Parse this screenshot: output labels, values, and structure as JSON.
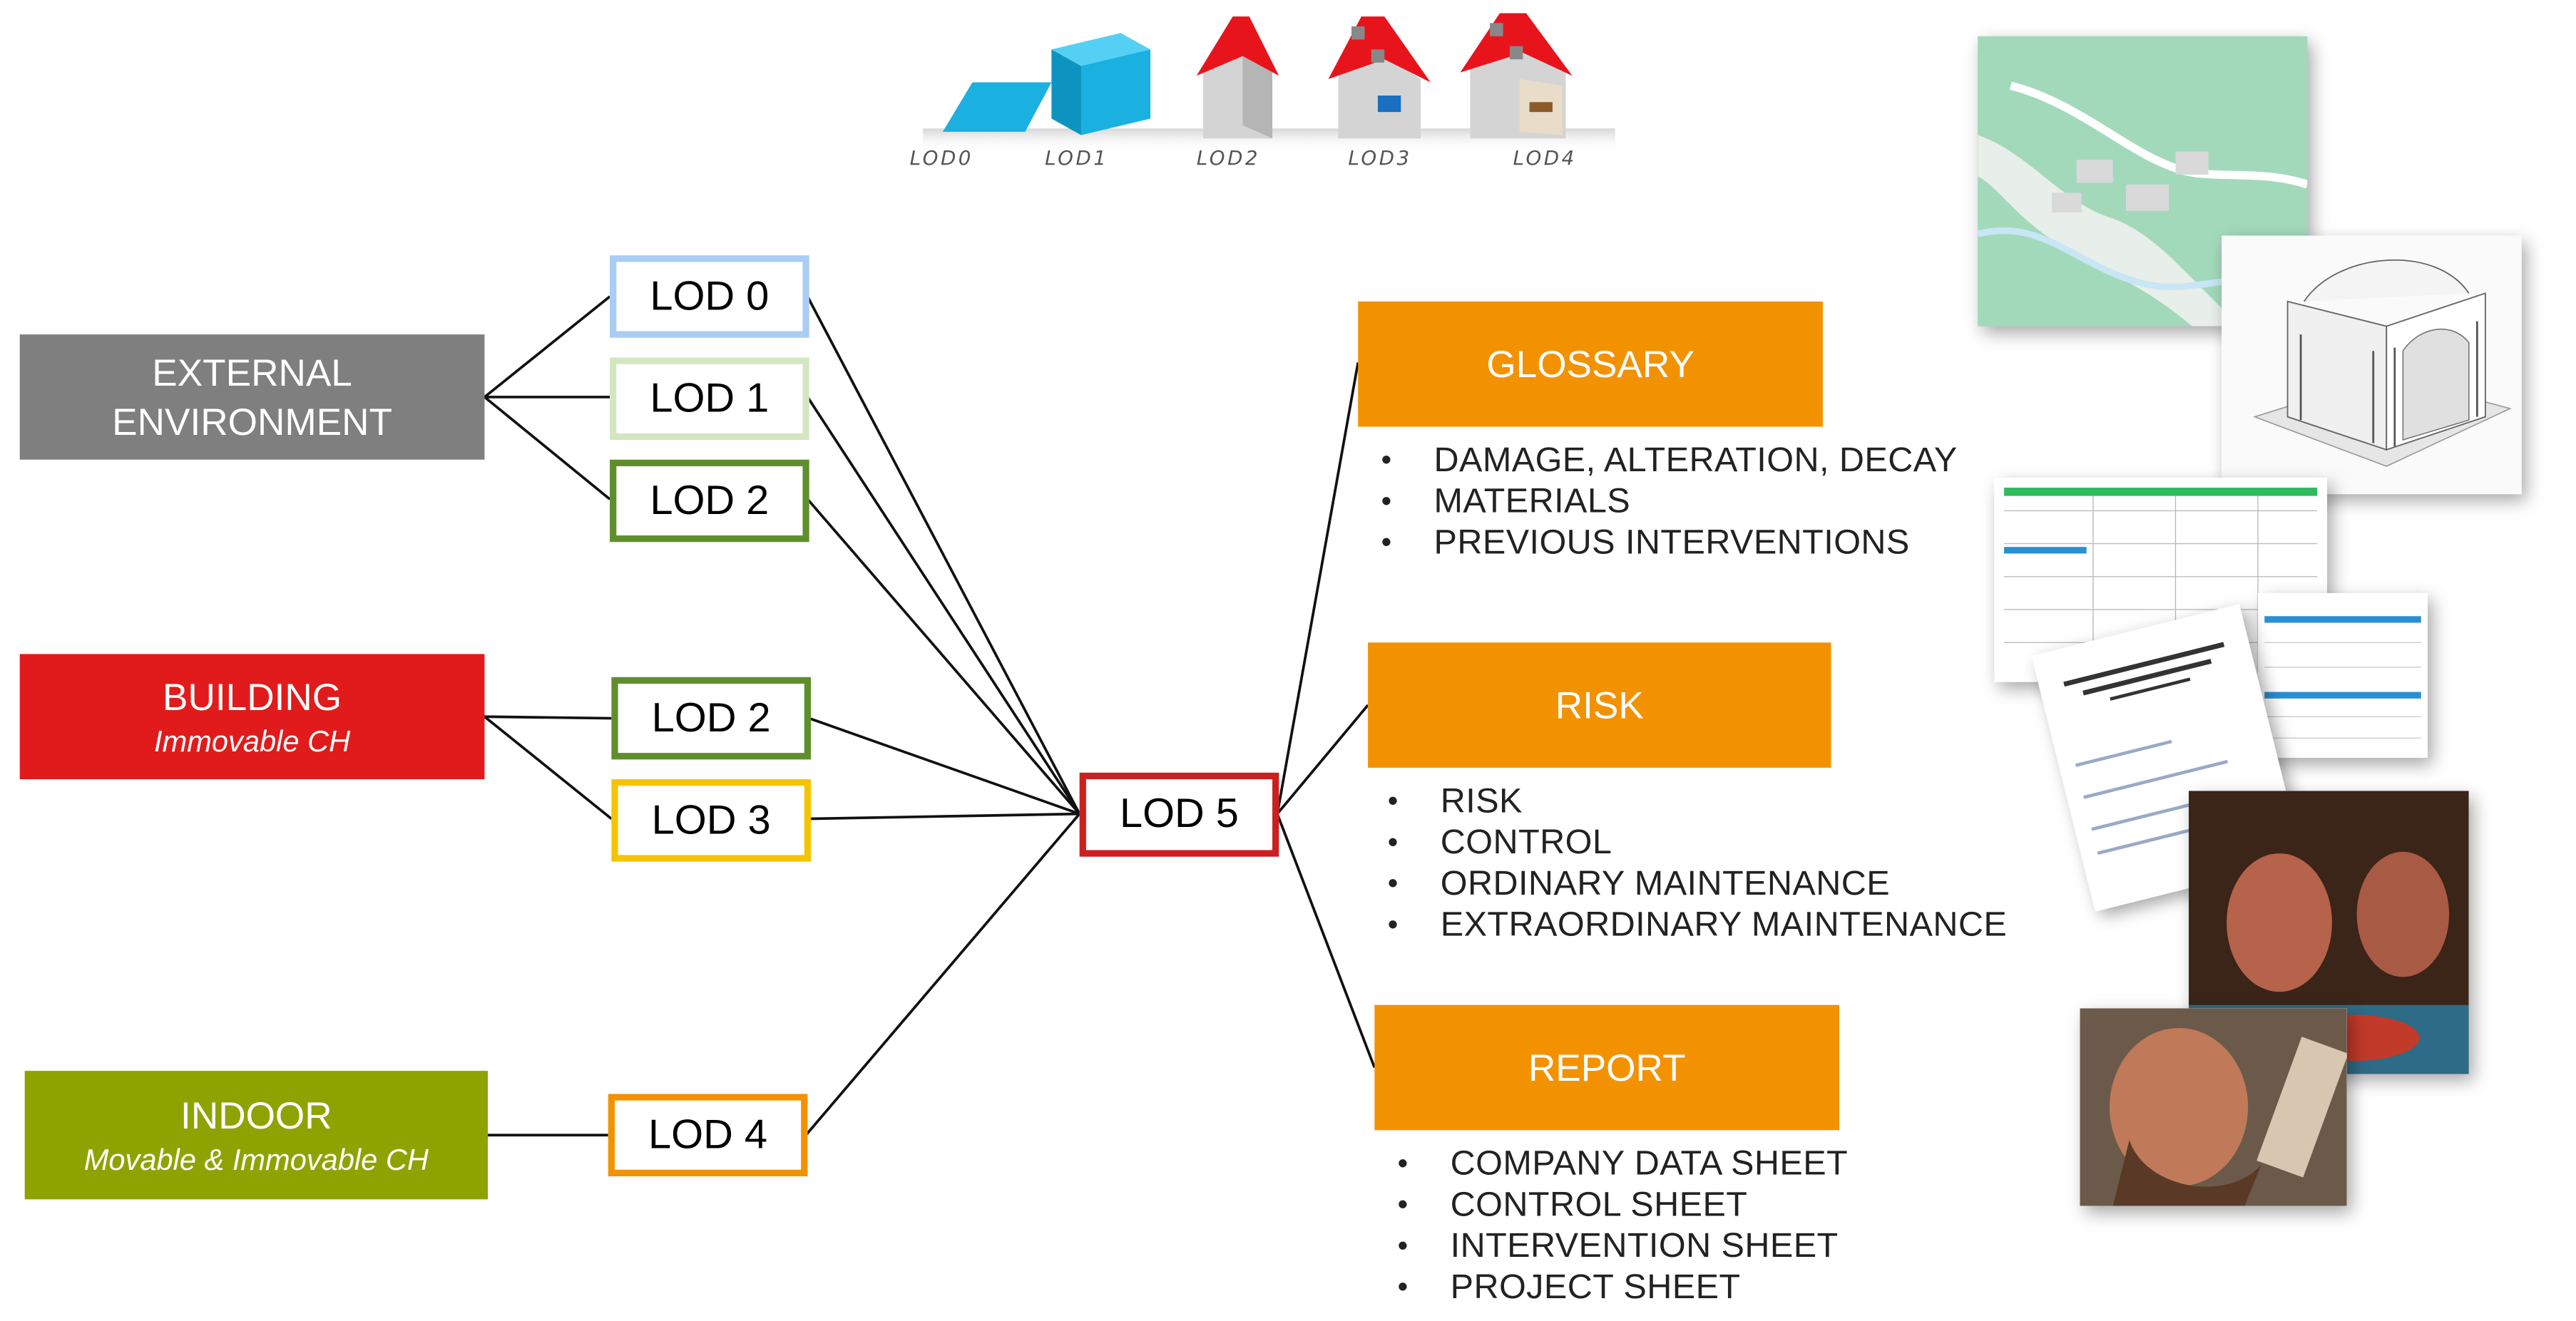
{
  "categories": {
    "external": {
      "line1": "EXTERNAL",
      "line2": "ENVIRONMENT",
      "color": "#7f7f7f"
    },
    "building": {
      "title": "BUILDING",
      "subtitle": "Immovable CH",
      "color": "#e11b1b"
    },
    "indoor": {
      "title": "INDOOR",
      "subtitle": "Movable & Immovable CH",
      "color": "#8fa300"
    }
  },
  "lods": {
    "ext_lod0": {
      "label": "LOD 0",
      "color": "#a9cdf3"
    },
    "ext_lod1": {
      "label": "LOD 1",
      "color": "#d3e6c2"
    },
    "ext_lod2": {
      "label": "LOD 2",
      "color": "#5f8f2c"
    },
    "bld_lod2": {
      "label": "LOD 2",
      "color": "#5f8f2c"
    },
    "bld_lod3": {
      "label": "LOD 3",
      "color": "#f5c400"
    },
    "ind_lod4": {
      "label": "LOD 4",
      "color": "#f39200"
    },
    "lod5": {
      "label": "LOD 5",
      "color": "#cc1f1f"
    }
  },
  "outputs": {
    "glossary": {
      "title": "GLOSSARY",
      "items": [
        "DAMAGE, ALTERATION, DECAY",
        "MATERIALS",
        "PREVIOUS INTERVENTIONS"
      ]
    },
    "risk": {
      "title": "RISK",
      "items": [
        "RISK",
        "CONTROL",
        "ORDINARY MAINTENANCE",
        "EXTRAORDINARY MAINTENANCE"
      ]
    },
    "report": {
      "title": "REPORT",
      "items": [
        "COMPANY DATA SHEET",
        "CONTROL SHEET",
        "INTERVENTION SHEET",
        "PROJECT SHEET"
      ]
    },
    "color": "#f39200"
  },
  "lod_strip": {
    "labels": [
      "LOD0",
      "LOD1",
      "LOD2",
      "LOD3",
      "LOD4"
    ],
    "colors": {
      "cyan": "#1ab0e0",
      "roof": "#e8141c",
      "wall": "#cfcfcf"
    }
  },
  "thumbnails": {
    "map": "map-thumbnail",
    "model": "building-3d-model-thumbnail",
    "sheets": "data-sheet-thumbnails",
    "statues": "sculpture-photo-thumbnails"
  }
}
